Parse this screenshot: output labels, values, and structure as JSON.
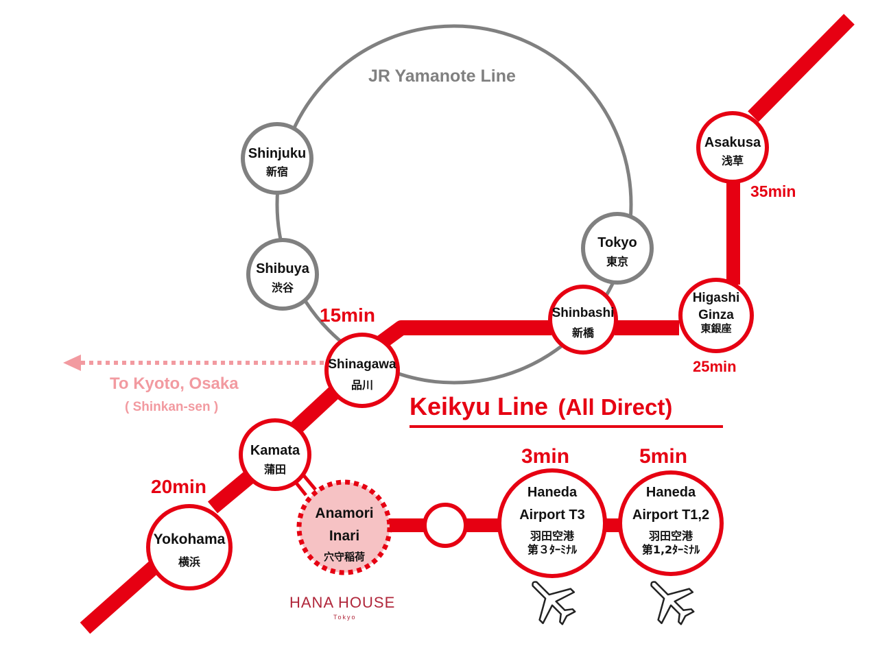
{
  "colors": {
    "keikyu": "#e60012",
    "jr": "#808080",
    "shinkansen": "#f29aa0",
    "anamori_fill": "#f6c2c4",
    "brand": "#b0263a"
  },
  "lines": {
    "jr": "JR  Yamanote Line",
    "keikyu_title": "Keikyu Line",
    "keikyu_note": "(All Direct)",
    "shinkansen_to": "To  Kyoto, Osaka",
    "shinkansen_note": "( Shinkan-sen )"
  },
  "stations": {
    "shinjuku": {
      "en": "Shinjuku",
      "jp": "新宿"
    },
    "shibuya": {
      "en": "Shibuya",
      "jp": "渋谷"
    },
    "tokyo": {
      "en": "Tokyo",
      "jp": "東京"
    },
    "asakusa": {
      "en": "Asakusa",
      "jp": "浅草"
    },
    "higashi_ginza": {
      "en1": "Higashi",
      "en2": "Ginza",
      "jp": "東銀座"
    },
    "shinbashi": {
      "en": "Shinbashi",
      "jp": "新橋"
    },
    "shinagawa": {
      "en": "Shinagawa",
      "jp": "品川"
    },
    "kamata": {
      "en": "Kamata",
      "jp": "蒲田"
    },
    "yokohama": {
      "en": "Yokohama",
      "jp": "横浜"
    },
    "anamori": {
      "en1": "Anamori",
      "en2": "Inari",
      "jp": "穴守稲荷"
    },
    "haneda_t3": {
      "en1": "Haneda",
      "en2": "Airport T3",
      "jp1": "羽田空港",
      "jp2": "第３ﾀｰﾐﾅﾙ"
    },
    "haneda_t12": {
      "en1": "Haneda",
      "en2": "Airport T1,2",
      "jp1": "羽田空港",
      "jp2": "第1,2ﾀｰﾐﾅﾙ"
    }
  },
  "times": {
    "shinagawa": "15min",
    "asakusa": "35min",
    "higashi_ginza": "25min",
    "yokohama": "20min",
    "haneda_t3": "3min",
    "haneda_t12": "5min"
  },
  "brand": {
    "name": "HANA HOUSE",
    "sub": "Tokyo"
  },
  "icons": [
    "airplane-icon",
    "airplane-icon"
  ]
}
